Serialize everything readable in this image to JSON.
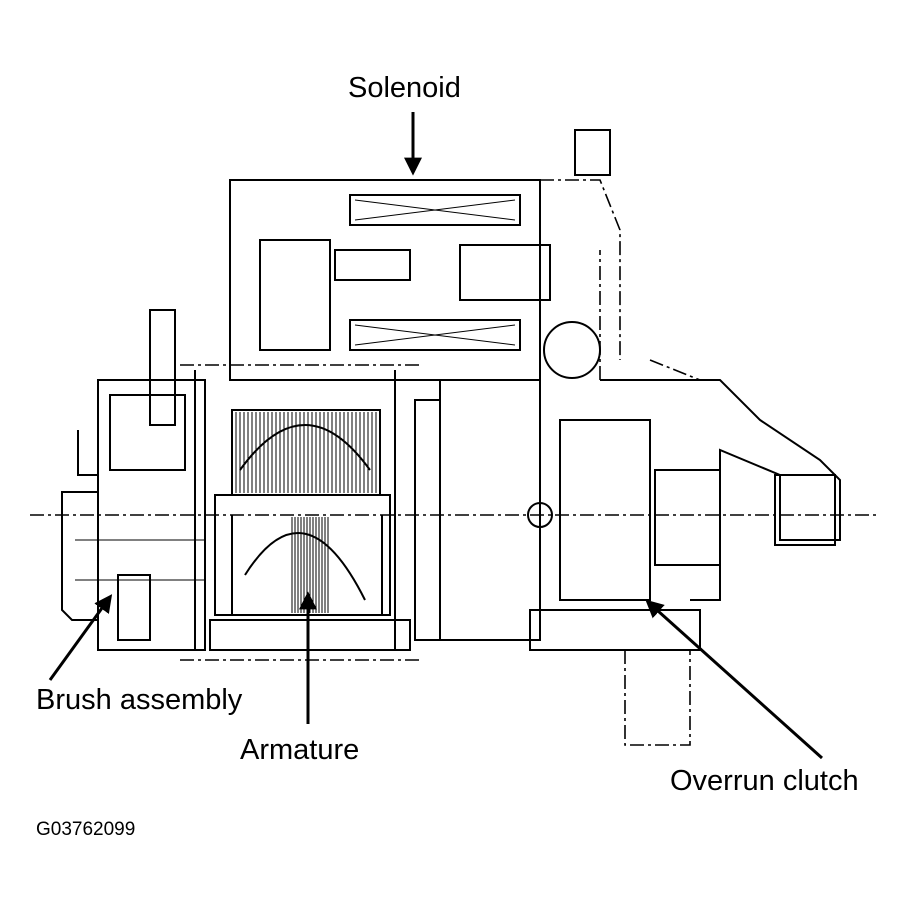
{
  "labels": {
    "solenoid": "Solenoid",
    "brush_assembly": "Brush assembly",
    "armature": "Armature",
    "overrun_clutch": "Overrun clutch"
  },
  "figure_code": "G03762099"
}
